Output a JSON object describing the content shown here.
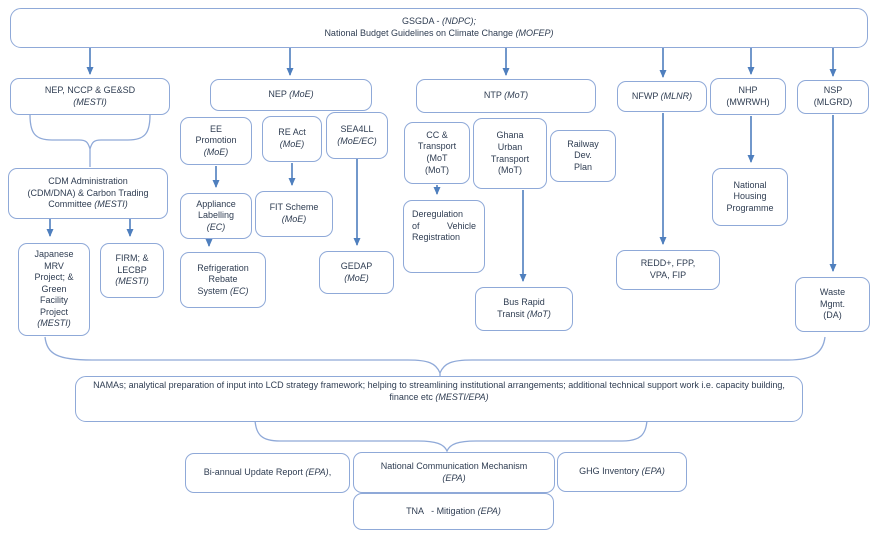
{
  "colors": {
    "box_border": "#8fa9d8",
    "arrow": "#4f7fbe",
    "text": "#2f3d52"
  },
  "nodes": {
    "gsgda": {
      "l1a": "GSGDA - ",
      "l1b": "(NDPC);",
      "l2a": "National Budget Guidelines on Climate Change ",
      "l2b": "(MOFEP)"
    },
    "nep_nccp": {
      "l1": "NEP, NCCP & GE&SD",
      "l2": "(MESTI)"
    },
    "nep_moe": {
      "l1a": "NEP ",
      "l1b": "(MoE)"
    },
    "ntp": {
      "l1a": "NTP ",
      "l1b": "(MoT)"
    },
    "nfwp": {
      "l1a": "NFWP ",
      "l1b": "(MLNR)"
    },
    "nhp": {
      "l1": "NHP",
      "l2": "(MWRWH)"
    },
    "nsp": {
      "l1": "NSP",
      "l2": "(MLGRD)"
    },
    "cdm": {
      "l1": "CDM Administration",
      "l2": "(CDM/DNA) & Carbon Trading",
      "l3a": "Committee ",
      "l3b": "(MESTI)"
    },
    "japanese": {
      "l1": "Japanese",
      "l2": "MRV",
      "l3": "Project; &",
      "l4": "Green",
      "l5": "Facility",
      "l6": "Project",
      "l7": "(MESTI)"
    },
    "firm": {
      "l1": "FIRM; &",
      "l2": "LECBP",
      "l3": "(MESTI)"
    },
    "ee": {
      "l1": "EE",
      "l2": "Promotion",
      "l3": "(MoE)"
    },
    "re_act": {
      "l1": "RE Act",
      "l2": "(MoE)"
    },
    "sea4ll": {
      "l1": "SEA4LL",
      "l2": "(MoE/EC)"
    },
    "appliance": {
      "l1": "Appliance",
      "l2": "Labelling",
      "l3": "(EC)"
    },
    "fit": {
      "l1": "FIT Scheme",
      "l2": "(MoE)"
    },
    "refrig": {
      "l1": "Refrigeration",
      "l2": "Rebate",
      "l3a": "System ",
      "l3b": "(EC)"
    },
    "gedap": {
      "l1": "GEDAP",
      "l2": "(MoE)"
    },
    "cc_transport": {
      "l1": "CC &",
      "l2": "Transport",
      "l3": "(MoT",
      "l4": "(MoT)"
    },
    "ghana_urban": {
      "l1": "Ghana",
      "l2": "Urban",
      "l3": "Transport",
      "l4": "(MoT)"
    },
    "railway": {
      "l1": "Railway",
      "l2": "Dev.",
      "l3": "Plan"
    },
    "dereg": {
      "l1": "Deregulation",
      "l2a": "of",
      "l2b": "Vehicle",
      "l3": "Registration"
    },
    "bus_rapid": {
      "l1": "Bus Rapid",
      "l2a": "Transit ",
      "l2b": "(MoT)"
    },
    "redd": {
      "l1": "REDD+, FPP,",
      "l2": "VPA, FIP"
    },
    "housing": {
      "l1": "National",
      "l2": "Housing",
      "l3": "Programme"
    },
    "waste": {
      "l1": "Waste",
      "l2": "Mgmt.",
      "l3": "(DA)"
    },
    "namas": {
      "l1a": "NAMAs; analytical preparation of input into LCD strategy framework; helping to streamlining institutional arrangements; additional technical support work i.e. capacity building, finance etc ",
      "l1b": "(MESTI/EPA)"
    },
    "biannual": {
      "l1a": "Bi-annual Update Report ",
      "l1b": "(EPA)",
      "l1c": ","
    },
    "ncm": {
      "l1": "National Communication Mechanism",
      "l2": "(EPA)"
    },
    "ghg": {
      "l1a": "GHG Inventory ",
      "l1b": "(EPA)"
    },
    "tna": {
      "l1a": "TNA   - Mitigation ",
      "l1b": "(EPA)"
    }
  }
}
